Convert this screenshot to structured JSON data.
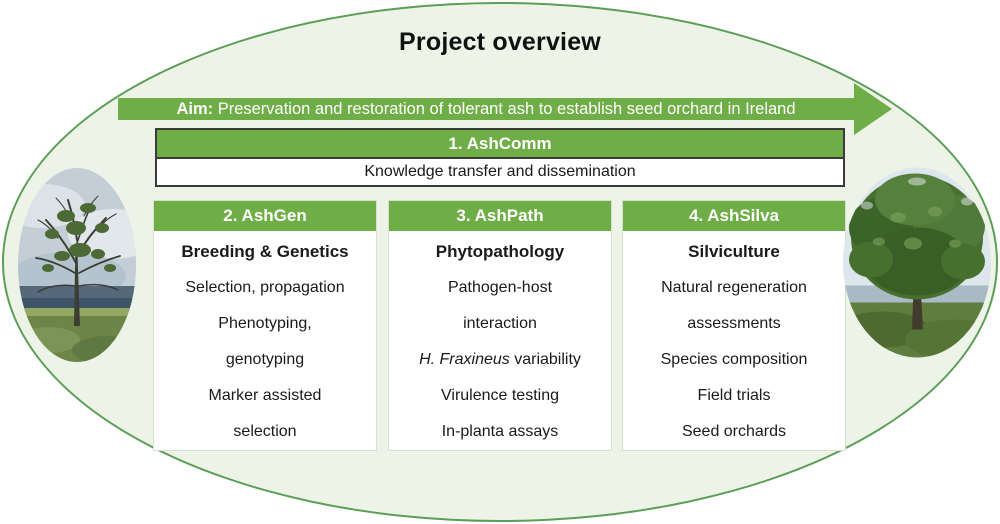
{
  "title": "Project overview",
  "aim": {
    "label": "Aim:",
    "text": " Preservation and restoration of tolerant ash to establish seed orchard in Ireland"
  },
  "ashcomm": {
    "header": "1. AshComm",
    "body": "Knowledge transfer and dissemination"
  },
  "columns": [
    {
      "header": "2. AshGen",
      "subtitle": "Breeding & Genetics",
      "lines": [
        "Selection, propagation",
        "Phenotyping,",
        "genotyping",
        "Marker assisted",
        "selection"
      ]
    },
    {
      "header": "3. AshPath",
      "subtitle": "Phytopathology",
      "lines_before": [
        "Pathogen-host",
        "interaction"
      ],
      "species_line": {
        "italic": "H. Fraxineus",
        "rest": " variability"
      },
      "lines_after": [
        "Virulence testing",
        "In-planta assays"
      ]
    },
    {
      "header": "4. AshSilva",
      "subtitle": "Silviculture",
      "lines": [
        "Natural regeneration",
        "assessments",
        "Species composition",
        "Field trials",
        "Seed orchards"
      ]
    }
  ],
  "photos": {
    "left": "diseased-ash-tree",
    "right": "healthy-ash-tree"
  },
  "colors": {
    "accent_green": "#6FAD47",
    "ellipse_fill": "#EDF4E7",
    "ellipse_border": "#5C9E57",
    "box_border_dark": "#3B3B3B",
    "column_border_light": "#D5E1CB"
  }
}
